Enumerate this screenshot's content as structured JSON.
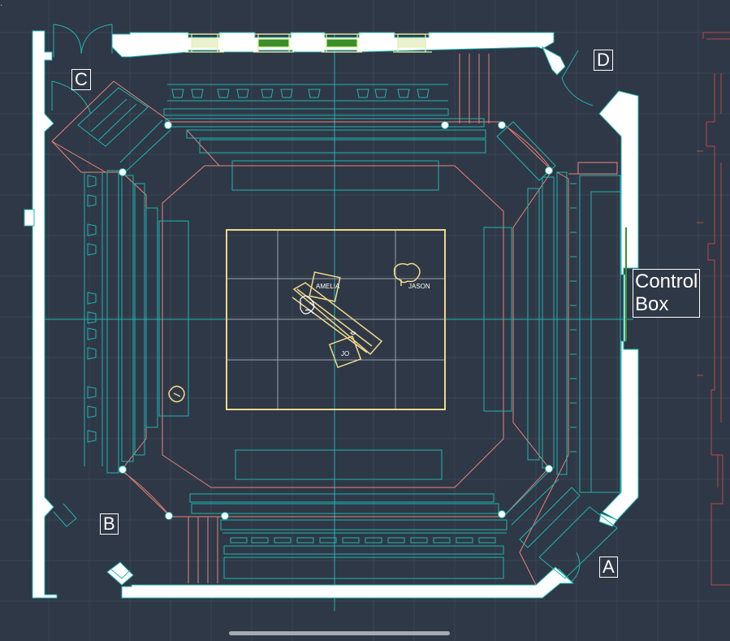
{
  "door_labels": {
    "a": "A",
    "b": "B",
    "c": "C",
    "d": "D"
  },
  "control_box": {
    "line1": "Control",
    "line2": "Box"
  },
  "actors": {
    "amelia": "AMELIA",
    "jason": "JASON",
    "jo": "JO"
  },
  "colors": {
    "background": "#2f3846",
    "walls": "#ffffff",
    "seating": "#1fb5b0",
    "risers": "#e8837b",
    "stage": "#f0d98a",
    "grid": "#9aa3ad",
    "lights": "#3a8f2a"
  }
}
